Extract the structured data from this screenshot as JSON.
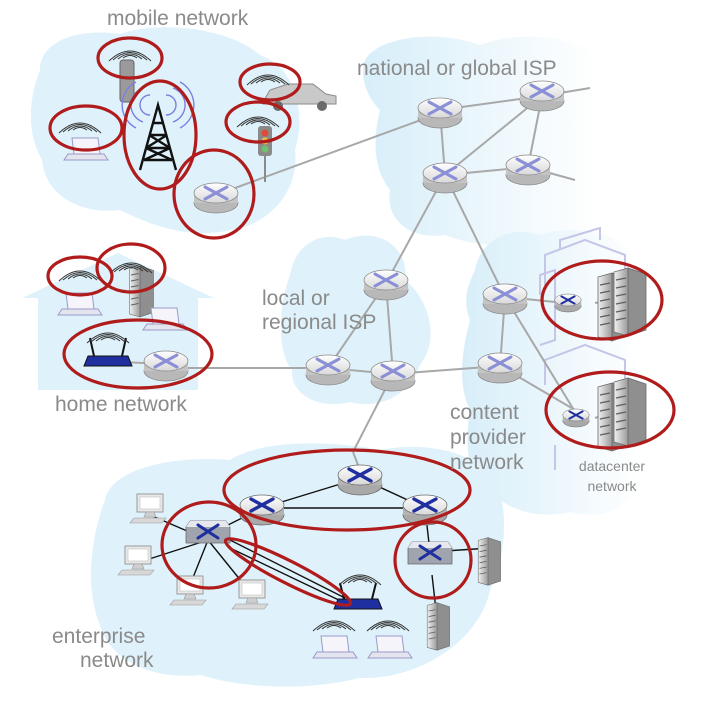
{
  "labels": {
    "mobile": "mobile network",
    "national": "national or global ISP",
    "local_line1": "local or",
    "local_line2": "regional ISP",
    "home": "home network",
    "content_line1": "content",
    "content_line2": "provider",
    "content_line3": "network",
    "datacenter_line1": "datacenter",
    "datacenter_line2": "network",
    "enterprise_line1": "enterprise",
    "enterprise_line2": "network"
  },
  "colors": {
    "cloud": "#dff2fb",
    "link": "#a8a8a8",
    "highlight": "#b01c1c",
    "router_body": "#ffffff",
    "router_arrow": "#8a8fd6",
    "router_arrow_dark": "#1f2fa0",
    "label": "#8a8a8a"
  },
  "icons": [
    "router-icon",
    "switch-icon",
    "antenna-tower-icon",
    "wifi-router-icon",
    "server-rack-icon",
    "laptop-icon",
    "desktop-icon",
    "phone-icon",
    "car-icon",
    "traffic-light-icon",
    "wireless-signal-icon",
    "house-icon"
  ]
}
